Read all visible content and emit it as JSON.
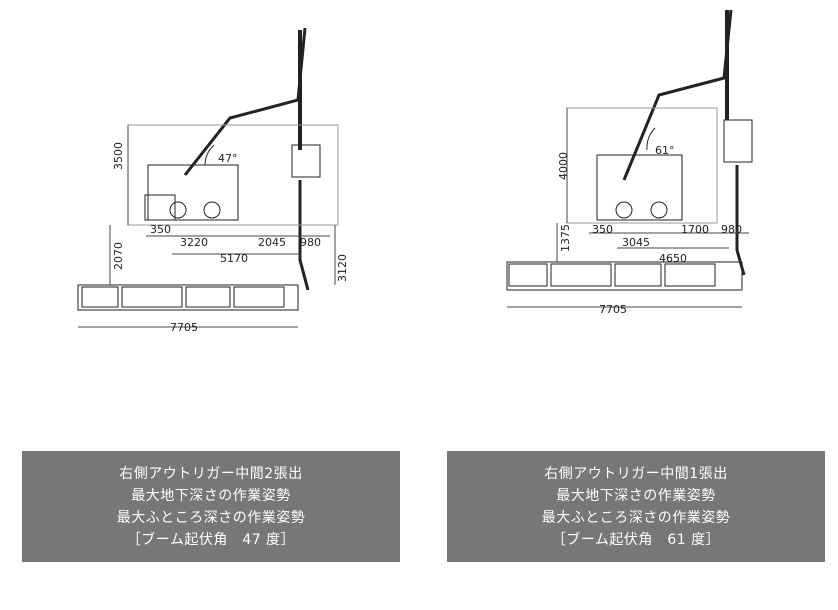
{
  "panels": [
    {
      "dims": {
        "height_main": "3500",
        "height_lower": "2070",
        "height_total": "3120",
        "seg_a": "350",
        "seg_b": "3220",
        "seg_c": "2045",
        "seg_d": "980",
        "seg_sum": "5170",
        "length": "7705",
        "angle": "47°"
      },
      "caption": {
        "line1": "右側アウトリガー中間2張出",
        "line2": "最大地下深さの作業姿勢",
        "line3": "最大ふところ深さの作業姿勢",
        "line4": "［ブーム起伏角　47 度］"
      }
    },
    {
      "dims": {
        "height_main": "4000",
        "height_lower": "1375",
        "seg_a": "350",
        "seg_b": "3045",
        "seg_c": "1700",
        "seg_d": "980",
        "seg_sum": "4650",
        "length": "7705",
        "angle": "61°"
      },
      "caption": {
        "line1": "右側アウトリガー中間1張出",
        "line2": "最大地下深さの作業姿勢",
        "line3": "最大ふところ深さの作業姿勢",
        "line4": "［ブーム起伏角　61 度］"
      }
    }
  ]
}
